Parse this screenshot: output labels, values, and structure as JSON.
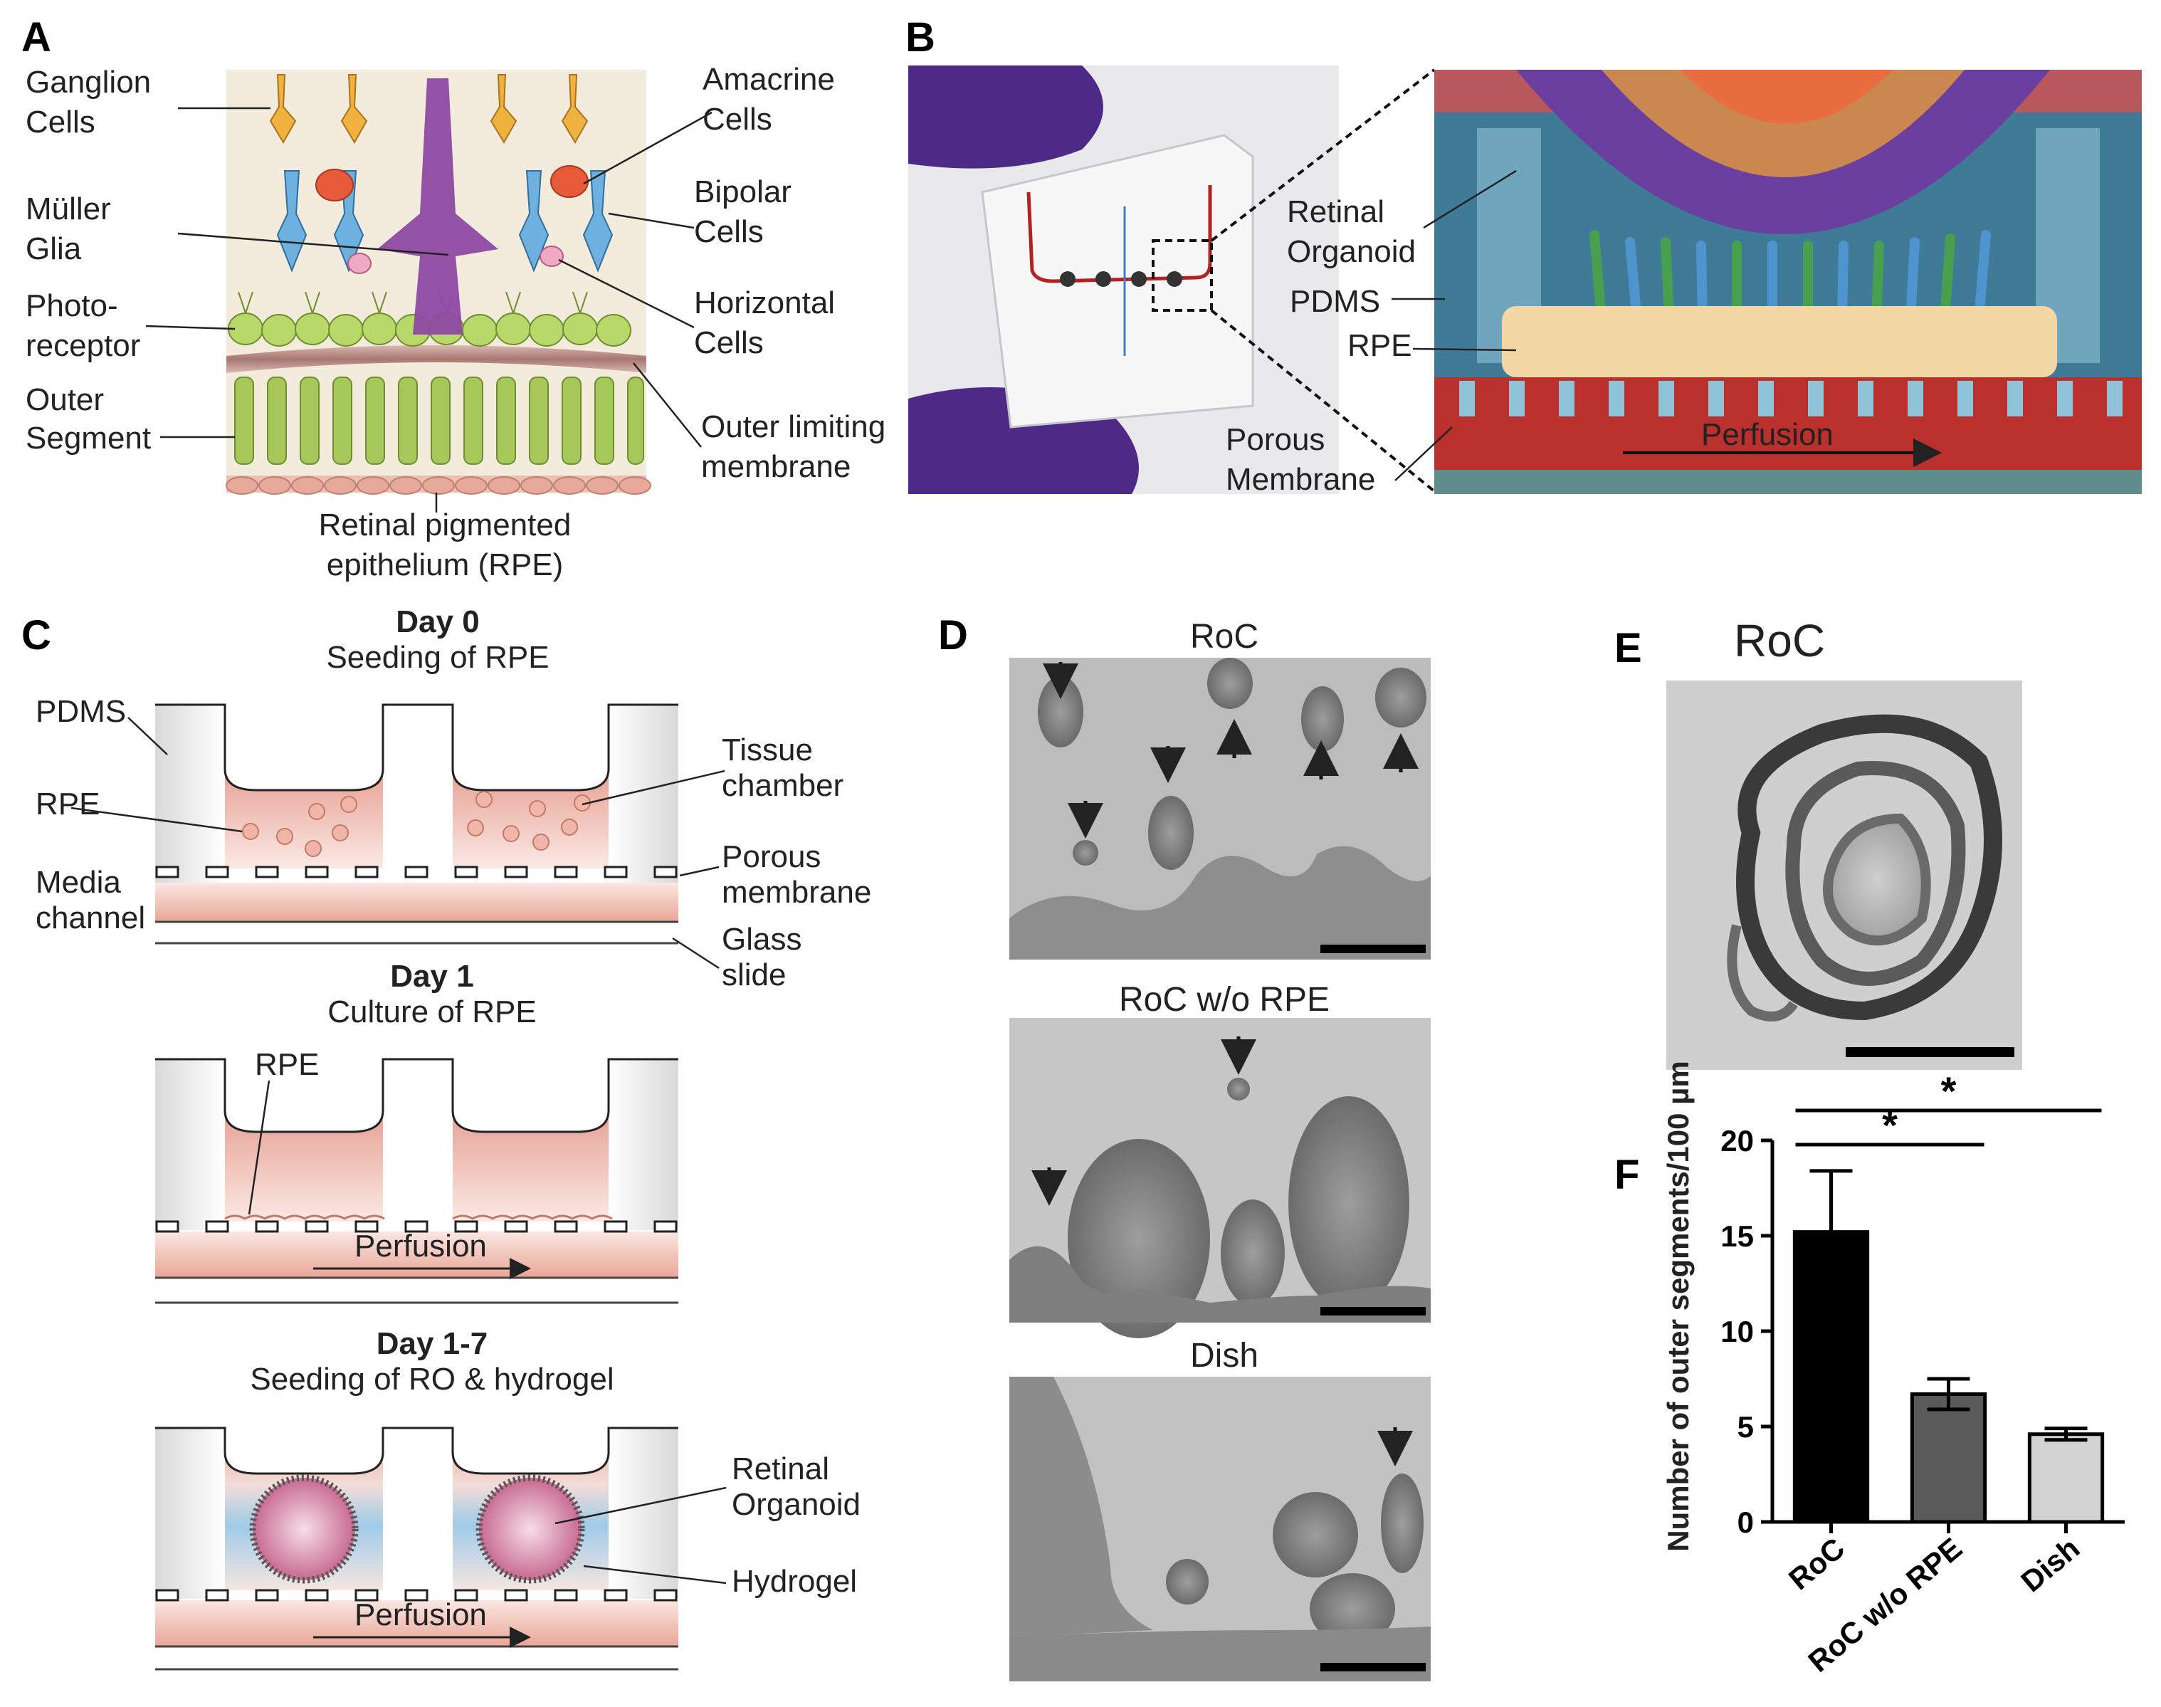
{
  "panels": {
    "A": {
      "letter": "A",
      "labels": {
        "ganglion": [
          "Ganglion",
          "Cells"
        ],
        "amacrine": [
          "Amacrine",
          "Cells"
        ],
        "muller": [
          "Müller",
          "Glia"
        ],
        "bipolar": [
          "Bipolar",
          "Cells"
        ],
        "photo": [
          "Photo-",
          "receptor"
        ],
        "horizontal": [
          "Horizontal",
          "Cells"
        ],
        "outer_segment": [
          "Outer",
          "Segment"
        ],
        "olm": [
          "Outer limiting",
          "membrane"
        ],
        "rpe": [
          "Retinal pigmented",
          "epithelium (RPE)"
        ]
      }
    },
    "B": {
      "letter": "B",
      "labels": {
        "organoid": [
          "Retinal",
          "Organoid"
        ],
        "pdms": "PDMS",
        "rpe": "RPE",
        "porous": [
          "Porous",
          "Membrane"
        ],
        "perfusion": "Perfusion"
      }
    },
    "C": {
      "letter": "C",
      "steps": [
        {
          "day": "Day 0",
          "desc": "Seeding of RPE"
        },
        {
          "day": "Day 1",
          "desc": "Culture of RPE"
        },
        {
          "day": "Day 1-7",
          "desc": "Seeding of RO & hydrogel"
        }
      ],
      "labels": {
        "pdms": "PDMS",
        "rpe": "RPE",
        "media": [
          "Media",
          "channel"
        ],
        "tissue": [
          "Tissue",
          "chamber"
        ],
        "porous": [
          "Porous",
          "membrane"
        ],
        "glass": [
          "Glass",
          "slide"
        ],
        "rpe2": "RPE",
        "perfusion": "Perfusion",
        "organoid": [
          "Retinal",
          "Organoid"
        ],
        "hydrogel": "Hydrogel"
      }
    },
    "D": {
      "letter": "D",
      "titles": [
        "RoC",
        "RoC w/o RPE",
        "Dish"
      ]
    },
    "E": {
      "letter": "E",
      "title": "RoC"
    },
    "F": {
      "letter": "F",
      "significance": "*"
    }
  },
  "chart_data": {
    "type": "bar",
    "categories": [
      "RoC",
      "RoC w/o RPE",
      "Dish"
    ],
    "values": [
      15.2,
      6.7,
      4.6
    ],
    "errors": [
      3.2,
      0.8,
      0.3
    ],
    "colors": [
      "#000000",
      "#5a5a5a",
      "#d2d2d2"
    ],
    "ylabel": "Number of outer segments/100 µm",
    "ylim": [
      0,
      20
    ],
    "yticks": [
      0,
      5,
      10,
      15,
      20
    ],
    "significance": [
      {
        "from": "RoC",
        "to": "RoC w/o RPE",
        "label": "*"
      },
      {
        "from": "RoC",
        "to": "Dish",
        "label": "*"
      }
    ]
  }
}
